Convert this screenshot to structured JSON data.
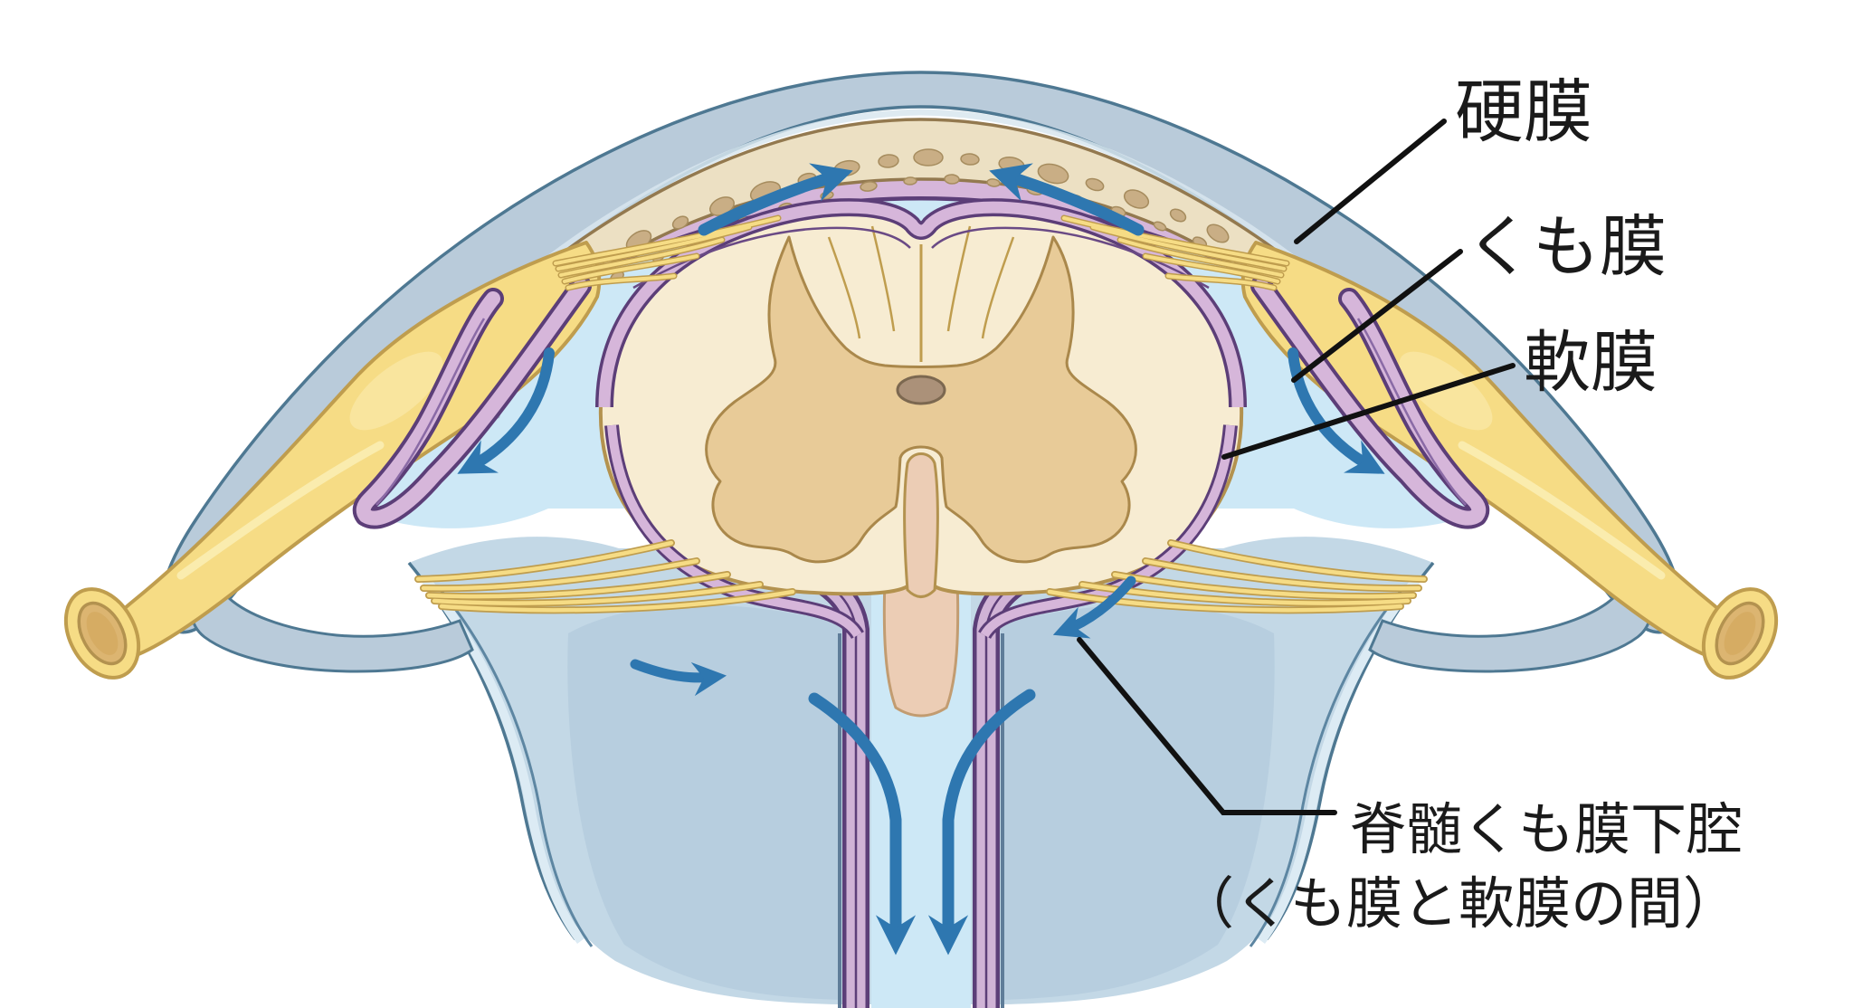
{
  "diagram": {
    "type": "anatomical-cross-section",
    "subject": "spinal cord meninges with cerebrospinal fluid flow",
    "labels": {
      "dura": "硬膜",
      "arachnoid": "くも膜",
      "pia": "軟膜",
      "subarachnoid_space_line1": "脊髄くも膜下腔",
      "subarachnoid_space_line2": "（くも膜と軟膜の間）"
    },
    "colors": {
      "background": "#ffffff",
      "dura_membrane": "#b9cbda",
      "dura_outline": "#4e7892",
      "vertebra_bone": "#ece0c3",
      "bone_speckle": "#c9ae85",
      "arachnoid_membrane": "#d6b6da",
      "arachnoid_outline": "#5c3e78",
      "csf_fluid": "#cde8f6",
      "spinal_cord_white_matter": "#f7ecd2",
      "gray_matter": "#e8cb98",
      "nerve_root": "#f6dc85",
      "nerve_outline": "#bf9d4e",
      "flow_arrow": "#2e77b0",
      "label_text": "#1a1a1a",
      "leader_line": "#111111"
    }
  }
}
